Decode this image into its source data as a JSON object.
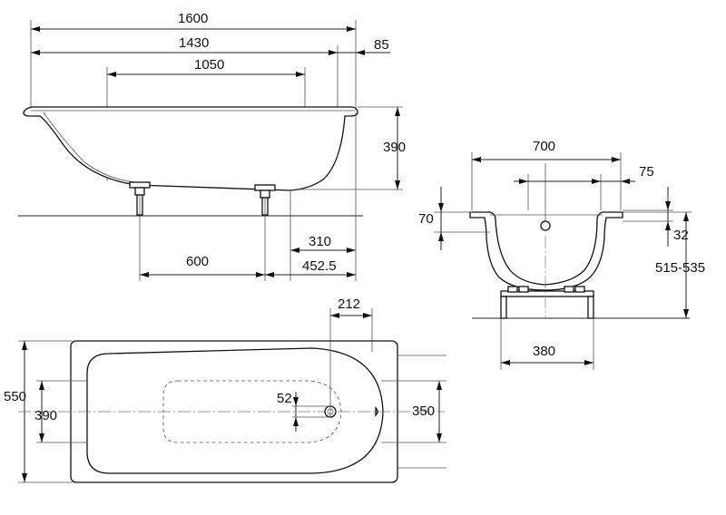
{
  "side_view": {
    "length_total": "1600",
    "length_inner": "1430",
    "rim_offset": "85",
    "bottom_length": "1050",
    "depth": "390",
    "feet_spacing": "600",
    "drain_offset": "310",
    "drain_offset_total": "452.5"
  },
  "end_view": {
    "width": "700",
    "overflow_offset": "75",
    "rim_height": "70",
    "drain_height": "32",
    "height_range": "515-535",
    "foot_width": "380"
  },
  "top_view": {
    "drain_from_end": "212",
    "width_outer": "550",
    "width_inner_left": "390",
    "drain_diameter": "52",
    "width_inner_right": "350"
  }
}
